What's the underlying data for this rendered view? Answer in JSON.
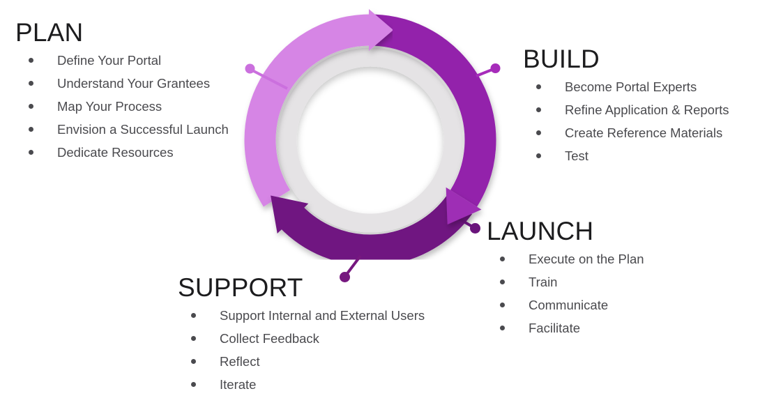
{
  "phases": [
    {
      "name": "PLAN",
      "items": [
        "Define Your Portal",
        "Understand Your Grantees",
        "Map Your Process",
        "Envision a Successful Launch",
        "Dedicate Resources"
      ]
    },
    {
      "name": "BUILD",
      "items": [
        "Become Portal Experts",
        "Refine Application & Reports",
        "Create Reference Materials",
        "Test"
      ]
    },
    {
      "name": "LAUNCH",
      "items": [
        "Execute on the Plan",
        "Train",
        "Communicate",
        "Facilitate"
      ]
    },
    {
      "name": "SUPPORT",
      "items": [
        "Support Internal and External Users",
        "Collect Feedback",
        "Reflect",
        "Iterate"
      ]
    }
  ],
  "colors": {
    "plan_arc": "#D685E5",
    "plan_callout": "#CB70DE",
    "build_arc": "#9321AB",
    "build_callout": "#A62CBA",
    "launch_arrow": "#9E2DB5",
    "launch_callout": "#69137B",
    "support_arc": "#6F1481",
    "support_callout": "#76187F",
    "ring_gray": "#E5E3E5",
    "heading_text": "#1C1C1E",
    "item_text": "#4A4A4E",
    "bullet": "#4A4A4E"
  }
}
